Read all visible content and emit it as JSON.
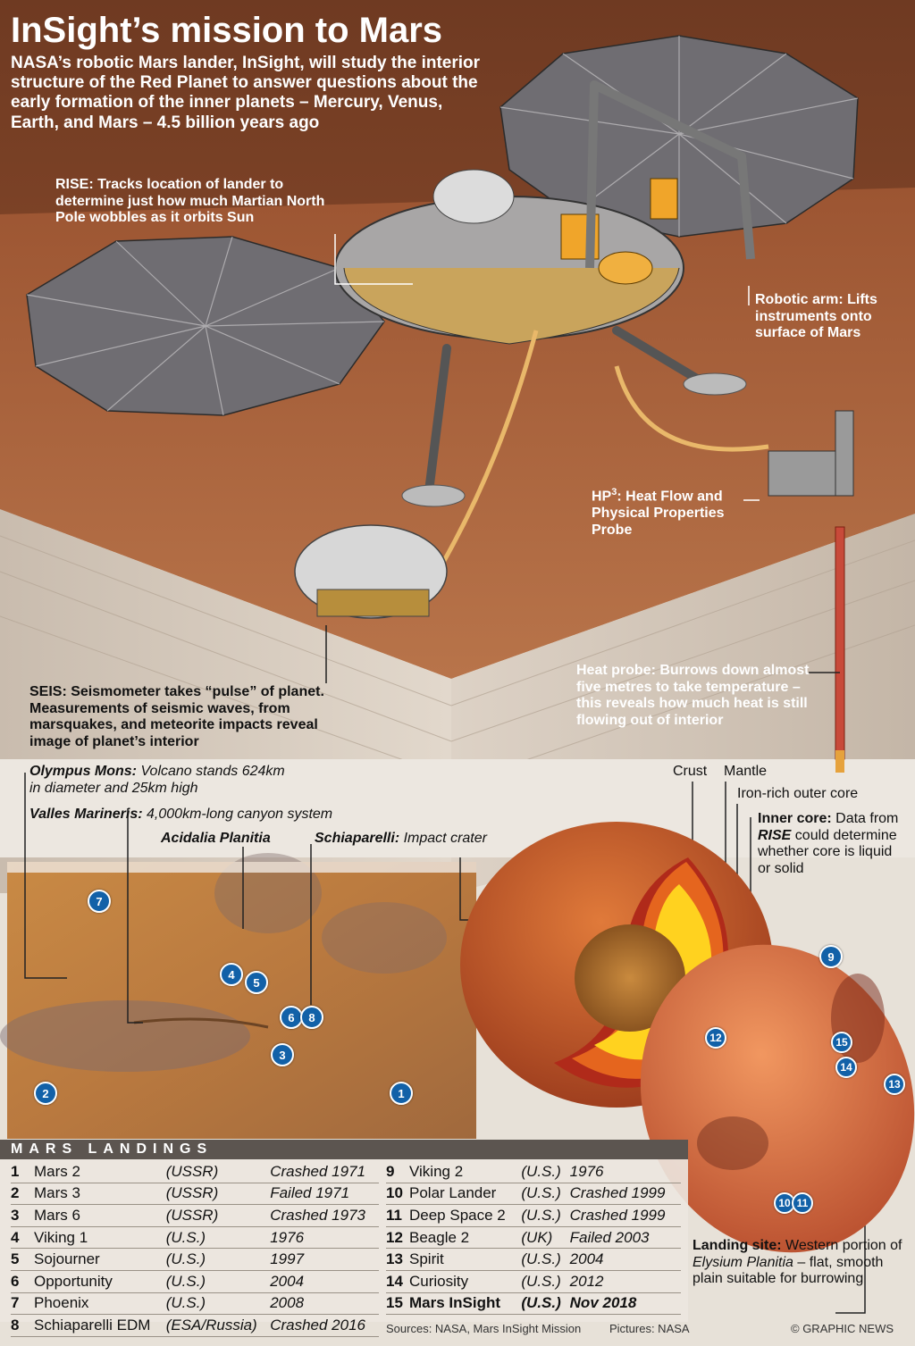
{
  "title": "InSight’s mission to Mars",
  "intro": "NASA’s robotic Mars lander, InSight, will study the interior structure of the Red Planet to answer questions about the early formation of the inner planets – Mercury, Venus, Earth, and Mars – 4.5 billion years ago",
  "callouts": {
    "rise": "RISE: Tracks location of lander to determine just how much Martian North Pole wobbles as it orbits Sun",
    "arm_title": "Robotic arm:",
    "arm_text": "Lifts instruments onto surface of Mars",
    "hp3_title": "HP",
    "hp3_sup": "3",
    "hp3_text": ": Heat Flow and Physical Properties Probe",
    "seis": "SEIS: Seismometer takes “pulse” of planet. Measurements of seismic waves, from marsquakes, and meteorite impacts reveal image of planet’s interior",
    "heat": "Heat probe: Burrows down almost five metres to take temperature – this reveals how much heat is still flowing out of interior"
  },
  "features": {
    "olympus_name": "Olympus Mons:",
    "olympus_text": "Volcano stands 624km in diameter and 25km high",
    "valles_name": "Valles Marineris:",
    "valles_text": "4,000km-long canyon system",
    "acidalia": "Acidalia Planitia",
    "schiap_name": "Schiaparelli:",
    "schiap_text": "Impact crater"
  },
  "layers": {
    "crust": "Crust",
    "mantle": "Mantle",
    "outer_core": "Iron-rich outer core",
    "inner_title": "Inner core:",
    "inner_text_1": "Data from",
    "inner_rise": "RISE",
    "inner_text_2": "could determine whether core is liquid or solid"
  },
  "landing_site": {
    "title": "Landing site:",
    "text_1": "Western portion of",
    "place": "Elysium Planitia",
    "text_2": "– flat, smooth plain suitable for burrowing"
  },
  "landings_header": "MARS LANDINGS",
  "landings": [
    {
      "n": "1",
      "name": "Mars 2",
      "country": "(USSR)",
      "result": "Crashed 1971"
    },
    {
      "n": "2",
      "name": "Mars 3",
      "country": "(USSR)",
      "result": "Failed 1971"
    },
    {
      "n": "3",
      "name": "Mars 6",
      "country": "(USSR)",
      "result": "Crashed 1973"
    },
    {
      "n": "4",
      "name": "Viking 1",
      "country": "(U.S.)",
      "result": "1976"
    },
    {
      "n": "5",
      "name": "Sojourner",
      "country": "(U.S.)",
      "result": "1997"
    },
    {
      "n": "6",
      "name": "Opportunity",
      "country": "(U.S.)",
      "result": "2004"
    },
    {
      "n": "7",
      "name": "Phoenix",
      "country": "(U.S.)",
      "result": "2008"
    },
    {
      "n": "8",
      "name": "Schiaparelli EDM",
      "country": "(ESA/Russia)",
      "result": "Crashed 2016"
    },
    {
      "n": "9",
      "name": "Viking 2",
      "country": "(U.S.)",
      "result": "1976"
    },
    {
      "n": "10",
      "name": "Polar Lander",
      "country": "(U.S.)",
      "result": "Crashed 1999"
    },
    {
      "n": "11",
      "name": "Deep Space 2",
      "country": "(U.S.)",
      "result": "Crashed 1999"
    },
    {
      "n": "12",
      "name": "Beagle 2",
      "country": "(UK)",
      "result": "Failed 2003"
    },
    {
      "n": "13",
      "name": "Spirit",
      "country": "(U.S.)",
      "result": "2004"
    },
    {
      "n": "14",
      "name": "Curiosity",
      "country": "(U.S.)",
      "result": "2012"
    },
    {
      "n": "15",
      "name": "Mars InSight",
      "country": "(U.S.)",
      "result": "Nov 2018"
    }
  ],
  "sources": "Sources: NASA, Mars InSight Mission",
  "pictures": "Pictures: NASA",
  "credit": "© GRAPHIC NEWS",
  "colors": {
    "marker": "#1261a8",
    "mars_sky": "#8a4a2a",
    "ground": "#a65a34",
    "strata": "#cfc3b6"
  }
}
